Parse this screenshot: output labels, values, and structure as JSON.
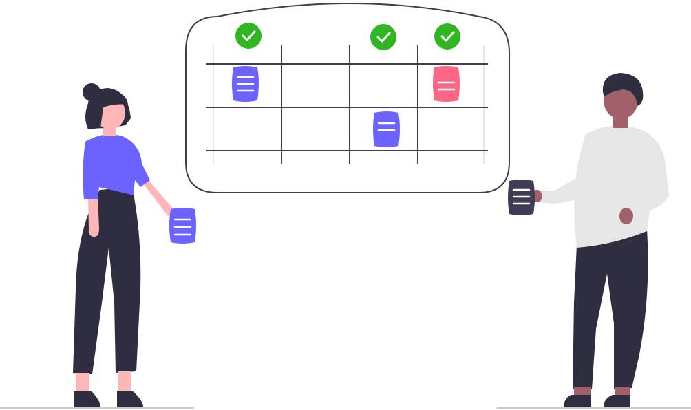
{
  "colors": {
    "background": "#ffffff",
    "board_outline": "#3f3d56",
    "grid_line": "#3f3d56",
    "grid_edge": "#e6e6e6",
    "check_badge": "#30b620",
    "check_mark": "#ffffff",
    "card_purple": "#6c63ff",
    "card_red": "#ff6584",
    "card_dark": "#3f3d56",
    "card_line": "#ffffff",
    "pants": "#2f2e41",
    "shoes": "#2f2e41",
    "woman_shirt": "#6c63ff",
    "woman_skin": "#ffb6b6",
    "woman_hair": "#2f2e41",
    "man_shirt": "#e6e6e6",
    "man_skin": "#a0616a",
    "man_hair": "#2f2e41",
    "ground": "#cacaca"
  },
  "board": {
    "check_icon": "check-circle-icon",
    "card_icon": "document-card-icon",
    "checked_columns": [
      1,
      3,
      4
    ],
    "cards": [
      {
        "row": 1,
        "col": 1,
        "color": "purple"
      },
      {
        "row": 1,
        "col": 4,
        "color": "red"
      },
      {
        "row": 2,
        "col": 3,
        "color": "purple"
      }
    ]
  },
  "people": {
    "woman": {
      "holds_card_color": "purple"
    },
    "man": {
      "holds_card_color": "dark"
    }
  }
}
